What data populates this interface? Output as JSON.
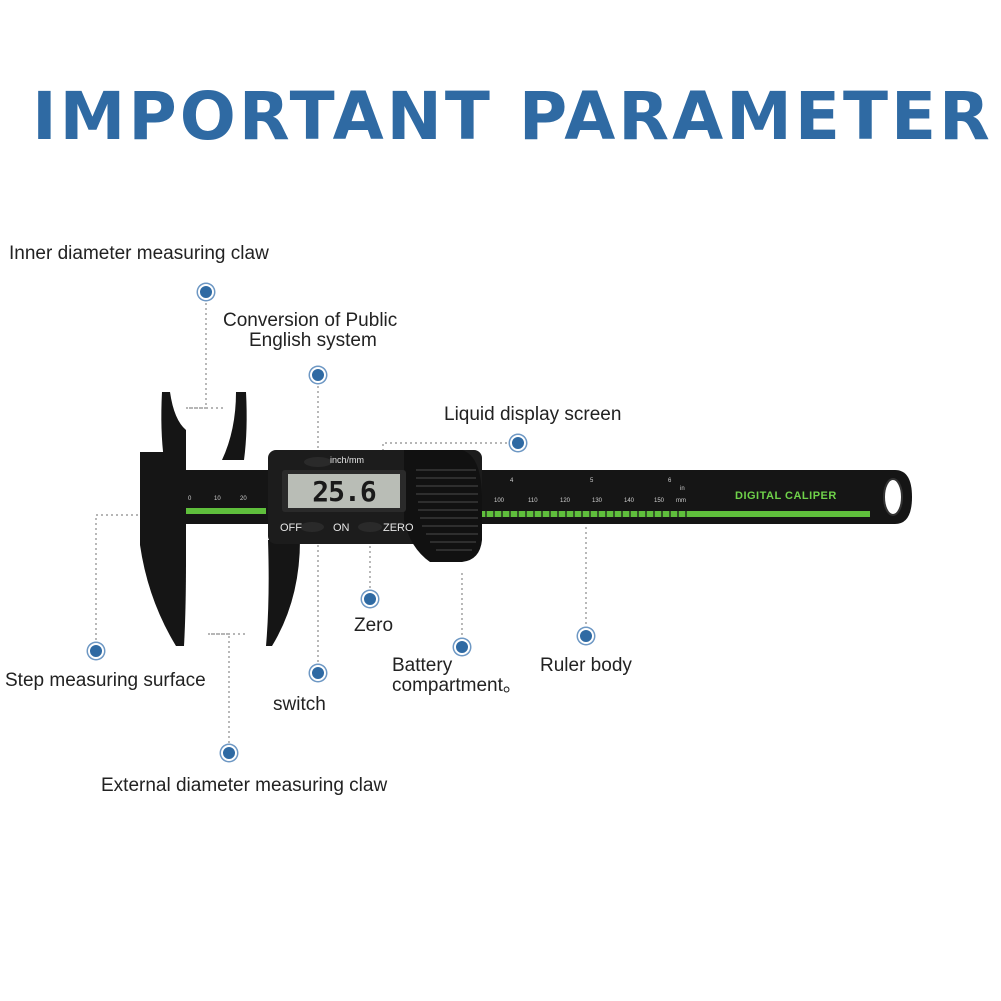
{
  "title": "IMPORTANT PARAMETER",
  "labels": {
    "inner_claw": "Inner diameter measuring claw",
    "conversion_line1": "Conversion of Public",
    "conversion_line2": "English system",
    "lcd_screen": "Liquid display screen",
    "step_surface": "Step measuring surface",
    "switch": "switch",
    "zero": "Zero",
    "battery_line1": "Battery",
    "battery_line2": "compartment。",
    "ruler_body": "Ruler body",
    "external_claw": "External diameter measuring claw"
  },
  "device": {
    "display_value": "25.6",
    "unit_button": "inch/mm",
    "off_button": "OFF",
    "on_button": "ON",
    "zero_button": "ZERO",
    "brand_text": "DIGITAL CALIPER",
    "scale_mm": [
      "100",
      "110",
      "120",
      "130",
      "140",
      "150",
      "mm"
    ],
    "scale_in": [
      "4",
      "5",
      "6",
      "in"
    ],
    "jaw_scale": [
      "0",
      "10",
      "20"
    ]
  },
  "colors": {
    "title_blue": "#2f6aa3",
    "body_black": "#151515",
    "scale_green": "#7ed957",
    "lcd_bg": "#b9bdb6",
    "callout_dot": "#2f6aa3"
  }
}
